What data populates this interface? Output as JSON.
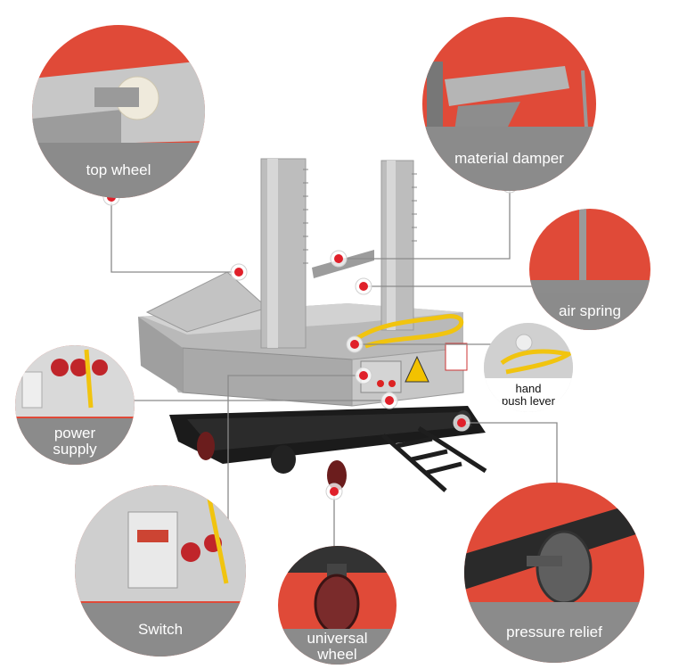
{
  "callouts": [
    {
      "id": "top-wheel",
      "label": "top wheel"
    },
    {
      "id": "material-damper",
      "label": "material damper"
    },
    {
      "id": "air-spring",
      "label": "air spring"
    },
    {
      "id": "hand-push-lever",
      "label": "hand push lever"
    },
    {
      "id": "power-supply",
      "label": "power supply"
    },
    {
      "id": "switch",
      "label": "Switch"
    },
    {
      "id": "universal-wheel",
      "label": "universal wheel"
    },
    {
      "id": "pressure-relief",
      "label": "pressure relief"
    }
  ],
  "colors": {
    "accent_red": "#e04a38",
    "band_gray": "#8b8b8b",
    "leader_gray": "#8a8a8a",
    "marker_red": "#e0202a"
  }
}
